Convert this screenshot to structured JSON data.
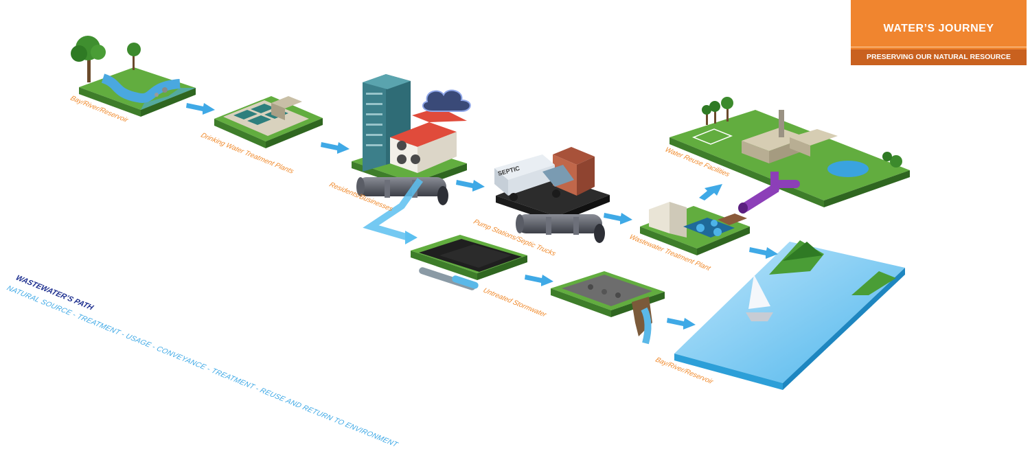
{
  "header": {
    "title": "WATER’S JOURNEY",
    "subtitle": "PRESERVING OUR NATURAL RESOURCE"
  },
  "stages": {
    "source": "Bay/River/Reservoir",
    "drinking_treatment": "Drinking Water Treatment Plants",
    "residents": "Residents/Businesses",
    "pump_stations": "Pump Stations/Septic Trucks",
    "wastewater_treatment": "Wastewater Treatment Plant",
    "reuse": "Water Reuse Facilities",
    "stormwater": "Untreated Stormwater",
    "return": "Bay/River/Reservoir"
  },
  "truck_label": "SEPTIC",
  "legend": {
    "title": "WASTEWATER’S PATH",
    "steps": "NATURAL SOURCE - TREATMENT - USAGE - CONVEYANCE - TREATMENT - REUSE AND RETURN TO ENVIRONMENT"
  },
  "colors": {
    "accent_orange": "#f0852f",
    "accent_orange_dark": "#c9611f",
    "water_blue": "#3fa9e6",
    "grass_green": "#5aa53a",
    "navy": "#1d2f8f"
  }
}
